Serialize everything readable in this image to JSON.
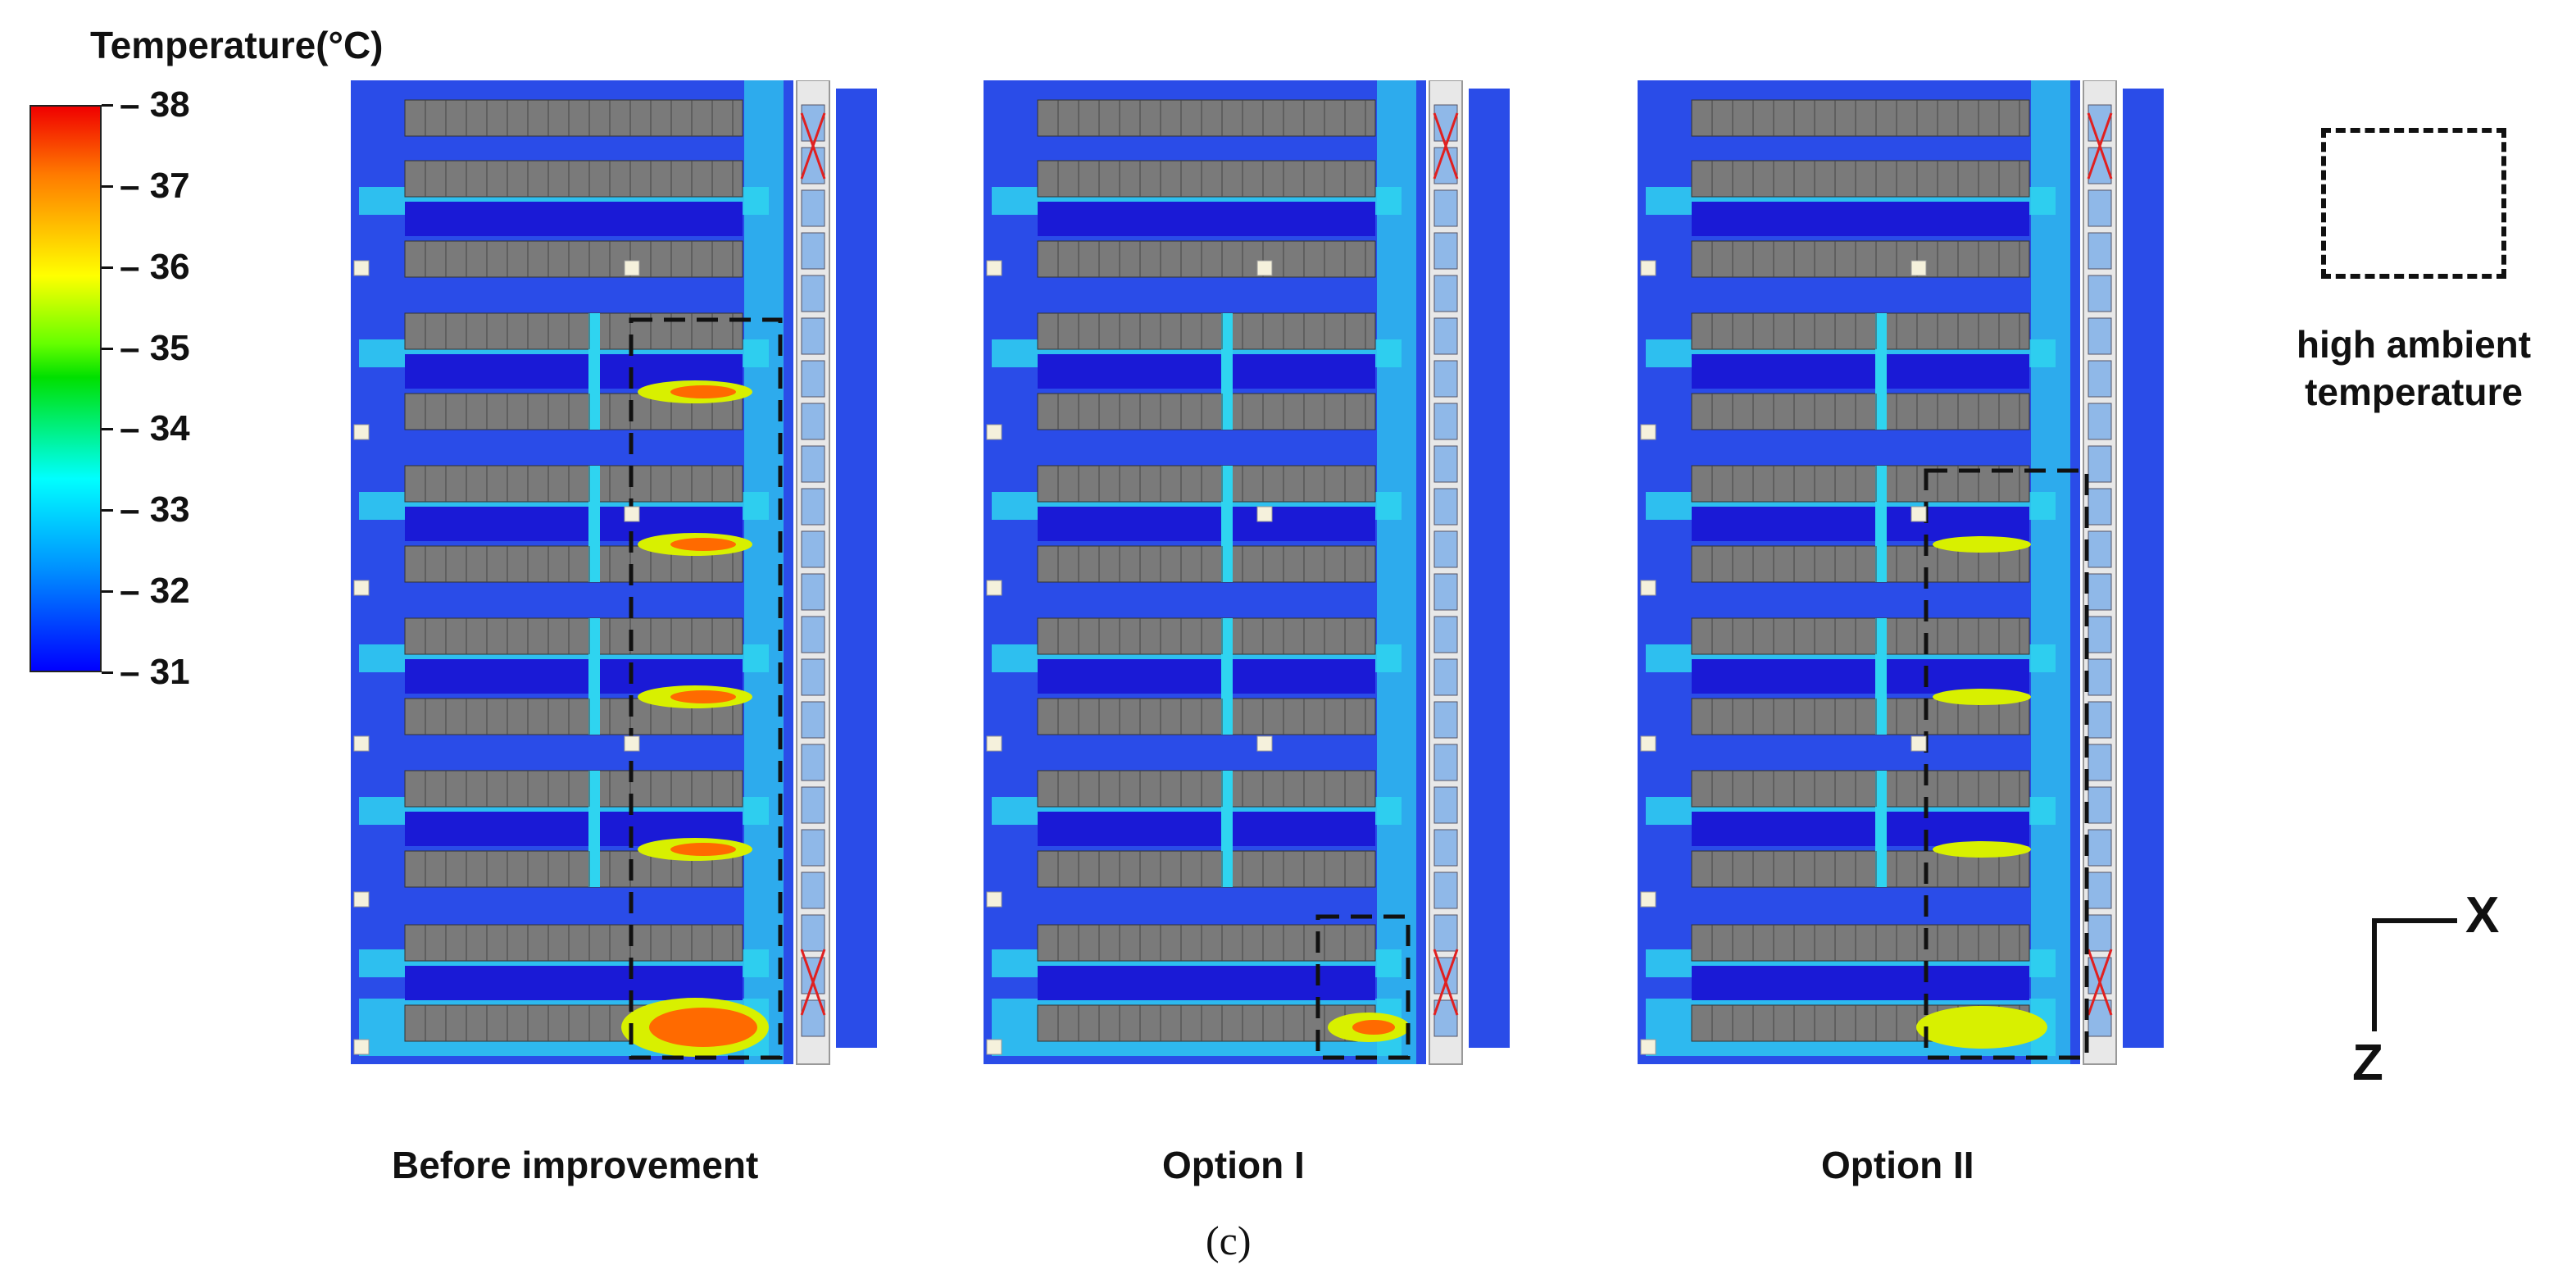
{
  "legend": {
    "title": "Temperature(°C)",
    "min": 31,
    "max": 38,
    "ticks": [
      "38",
      "37",
      "36",
      "35",
      "34",
      "33",
      "32",
      "31"
    ],
    "colors": [
      "#0000ff",
      "#0090ff",
      "#00ffff",
      "#00e000",
      "#66ff00",
      "#ffff00",
      "#ff7a00",
      "#f00000"
    ]
  },
  "panels": [
    {
      "caption": "Before improvement"
    },
    {
      "caption": "Option I"
    },
    {
      "caption": "Option II"
    }
  ],
  "subfigure_label": "(c)",
  "key": {
    "label_line1": "high ambient",
    "label_line2": "temperature"
  },
  "axes": {
    "x": "X",
    "z": "Z"
  },
  "colors": {
    "cold_aisle": "#1a1ad6",
    "rack": "#7a7a7a",
    "ambient": "#2fd4f0",
    "background": "#2a4ce8",
    "hot": "#ff6a00",
    "warm": "#d8f000"
  }
}
